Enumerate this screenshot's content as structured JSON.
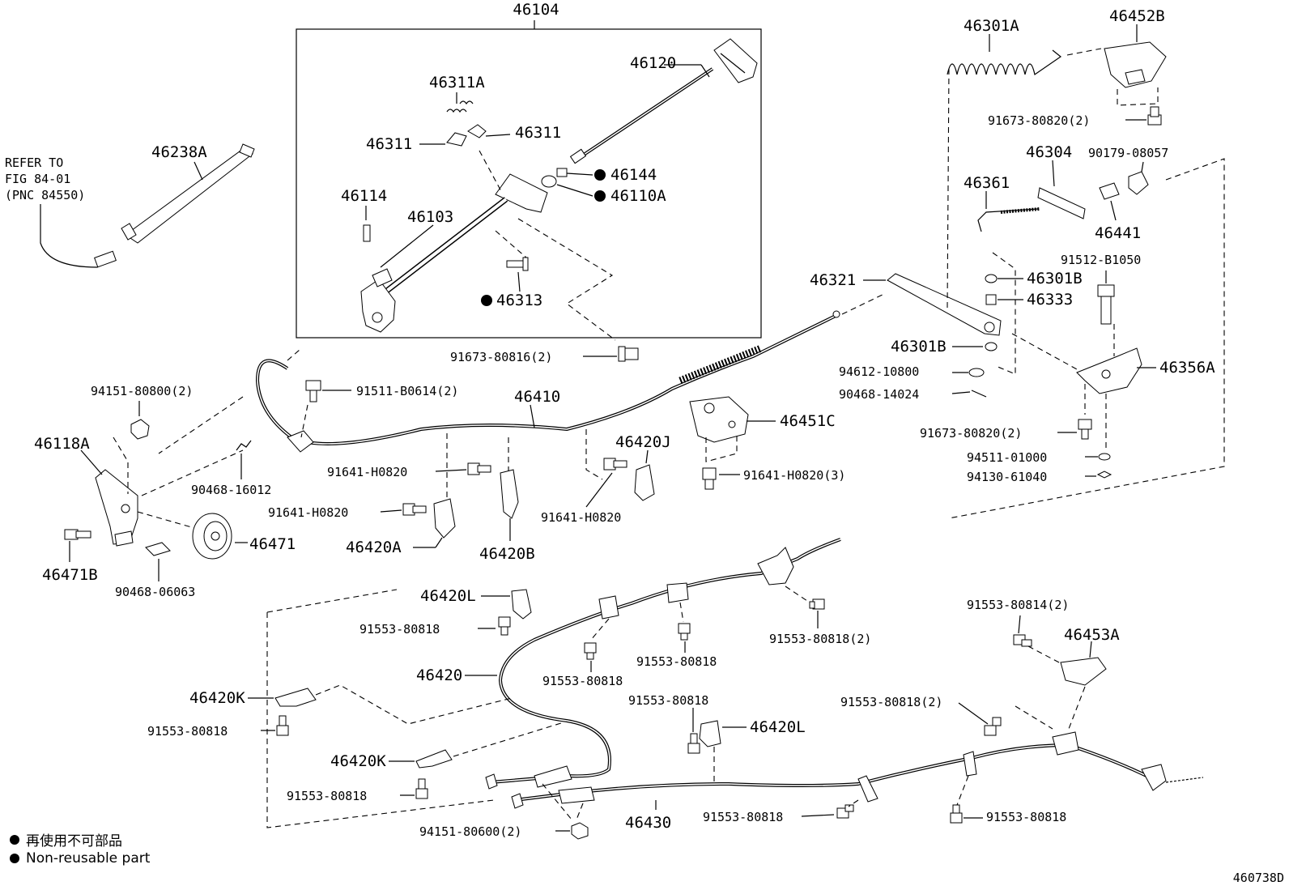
{
  "labels": {
    "p46104": "46104",
    "p46120": "46120",
    "p46311A": "46311A",
    "p46311_l": "46311",
    "p46311_r": "46311",
    "p46144": "46144",
    "p46110A": "46110A",
    "p46114": "46114",
    "p46103": "46103",
    "p46313": "46313",
    "p46238A": "46238A",
    "refer1": "REFER TO",
    "refer2": "FIG 84-01",
    "refer3": "(PNC 84550)",
    "p91673_80816": "91673-80816(2)",
    "p94151_80800": "94151-80800(2)",
    "p91511": "91511-B0614(2)",
    "p46410": "46410",
    "p46118A": "46118A",
    "p90468_16012": "90468-16012",
    "p91641_a": "91641-H0820",
    "p91641_b": "91641-H0820",
    "p91641_c": "91641-H0820",
    "p91641_3": "91641-H0820(3)",
    "p46420J": "46420J",
    "p46451C": "46451C",
    "p46471": "46471",
    "p46471B": "46471B",
    "p90468_06063": "90468-06063",
    "p46420A": "46420A",
    "p46420B": "46420B",
    "p46301A": "46301A",
    "p46452B": "46452B",
    "p91673_80820a": "91673-80820(2)",
    "p46304": "46304",
    "p90179": "90179-08057",
    "p46361": "46361",
    "p46441": "46441",
    "p91512": "91512-B1050",
    "p46321": "46321",
    "p46301B_a": "46301B",
    "p46333": "46333",
    "p46301B_b": "46301B",
    "p94612": "94612-10800",
    "p90468_14024": "90468-14024",
    "p46356A": "46356A",
    "p91673_80820b": "91673-80820(2)",
    "p94511": "94511-01000",
    "p94130": "94130-61040",
    "p46420L_a": "46420L",
    "p91553_80818_a": "91553-80818",
    "p91553_80818_b": "91553-80818",
    "p91553_80818_c": "91553-80818",
    "p91553_80818_2a": "91553-80818(2)",
    "p91553_80814": "91553-80814(2)",
    "p46453A": "46453A",
    "p46420": "46420",
    "p46420K_a": "46420K",
    "p91553_80818_d": "91553-80818",
    "p91553_80818_e": "91553-80818",
    "p46420L_b": "46420L",
    "p91553_80818_2b": "91553-80818(2)",
    "p46420K_b": "46420K",
    "p91553_80818_f": "91553-80818",
    "p46430": "46430",
    "p91553_80818_g": "91553-80818",
    "p91553_80818_h": "91553-80818",
    "p94151_80600": "94151-80600(2)"
  },
  "legend": {
    "jp": "再使用不可部品",
    "en": "Non-reusable part"
  },
  "figure_code": "460738D"
}
